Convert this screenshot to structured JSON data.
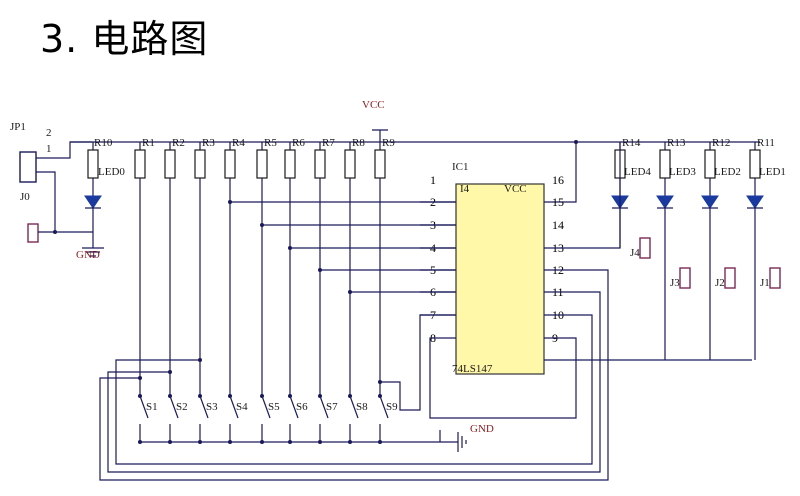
{
  "title": "3. 电路图",
  "labels": {
    "jp1": "JP1",
    "j0": "J0",
    "gnd_top": "GND",
    "gnd_bottom": "GND",
    "vcc": "VCC",
    "ic_name": "IC1",
    "ic_part": "74LS147",
    "ic_vcc": "VCC",
    "ic_pin_i4": "I4",
    "jp1_pin2": "2",
    "jp1_pin1": "1"
  },
  "resistors": [
    "R10",
    "R1",
    "R2",
    "R3",
    "R4",
    "R5",
    "R6",
    "R7",
    "R8",
    "R9"
  ],
  "resistors_right": [
    "R14",
    "R13",
    "R12",
    "R11"
  ],
  "leds_right": [
    "LED4",
    "LED3",
    "LED2",
    "LED1"
  ],
  "led_left": "LED0",
  "switches": [
    "S1",
    "S2",
    "S3",
    "S4",
    "S5",
    "S6",
    "S7",
    "S8",
    "S9"
  ],
  "ic_pins_left": [
    "1",
    "2",
    "3",
    "4",
    "5",
    "6",
    "7",
    "8"
  ],
  "ic_pins_right": [
    "16",
    "15",
    "14",
    "13",
    "12",
    "11",
    "10",
    "9"
  ],
  "jacks_right": [
    "J4",
    "J3",
    "J2",
    "J1"
  ],
  "colors": {
    "wire": "#1a1a5a",
    "ic_fill": "#fff8a8",
    "led": "#1a3aa0",
    "jack": "#7a2a55",
    "label_red": "#8b1a1a"
  }
}
